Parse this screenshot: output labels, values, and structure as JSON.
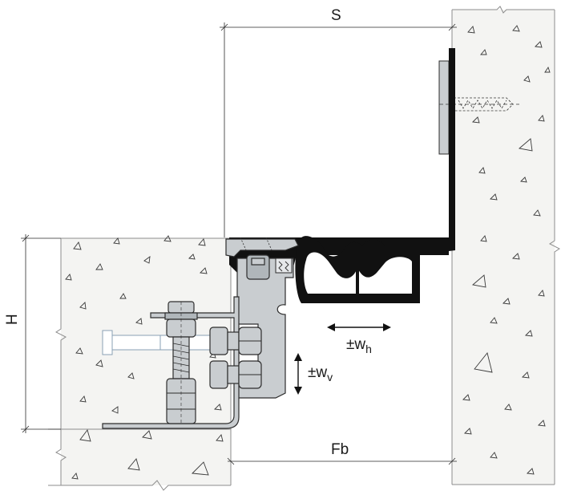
{
  "labels": {
    "gap_width": "S",
    "height": "H",
    "horizontal_movement": "±w",
    "horizontal_movement_sub": "h",
    "vertical_movement": "±w",
    "vertical_movement_sub": "v",
    "bottom_width": "Fb"
  },
  "colors": {
    "concrete_fill": "#f4f4f2",
    "profile_black": "#111111",
    "steel_grey": "#c9cdd0",
    "bolt_ghost": "#8aa0b4"
  }
}
